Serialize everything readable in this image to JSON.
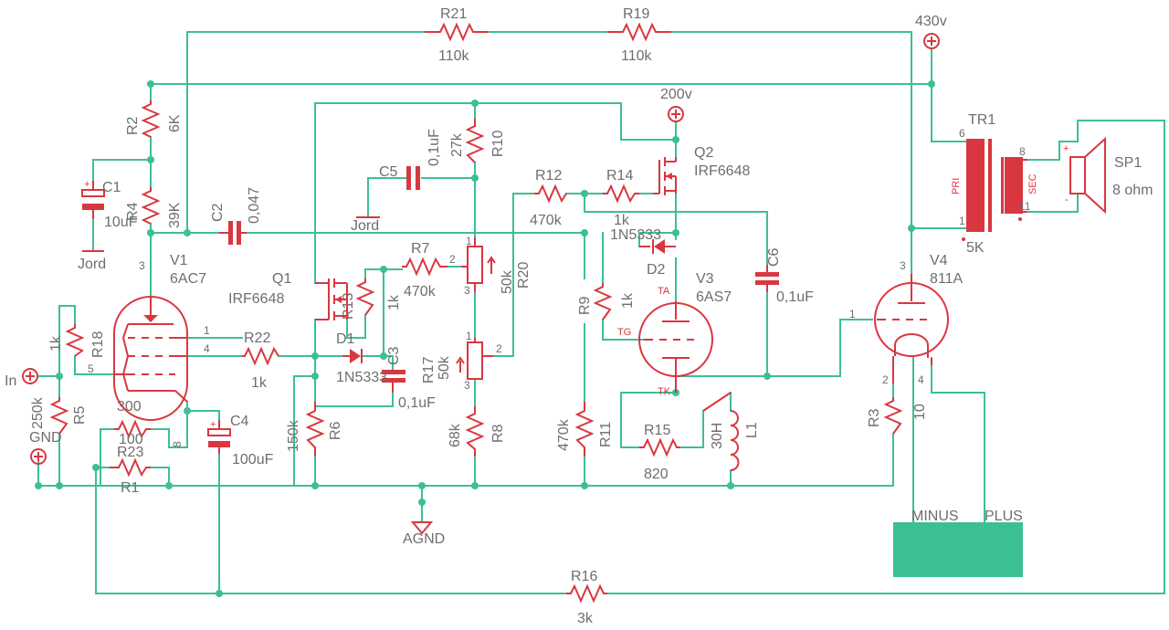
{
  "parts": {
    "R21": {
      "name": "R21",
      "value": "110k"
    },
    "R19": {
      "name": "R19",
      "value": "110k"
    },
    "R2": {
      "name": "R2",
      "value": "6K"
    },
    "R4": {
      "name": "R4",
      "value": "39K"
    },
    "C1": {
      "name": "C1",
      "value": "10uF"
    },
    "C2": {
      "name": "C2",
      "value": "0,047"
    },
    "V1": {
      "name": "V1",
      "value": "6AC7"
    },
    "R18": {
      "name": "R18",
      "value": "1k"
    },
    "R5": {
      "name": "R5",
      "value": "250k"
    },
    "R22": {
      "name": "R22",
      "value": "1k"
    },
    "R23": {
      "name": "R23",
      "value": "100"
    },
    "R1": {
      "name": "R1",
      "value": "300"
    },
    "C4": {
      "name": "C4",
      "value": "100uF"
    },
    "Q1": {
      "name": "Q1",
      "value": "IRF6648"
    },
    "R13": {
      "name": "R13",
      "value": "1k"
    },
    "D1": {
      "name": "D1",
      "value": "1N5333"
    },
    "C3": {
      "name": "C3",
      "value": "0,1uF"
    },
    "R6": {
      "name": "R6",
      "value": "150k"
    },
    "C5": {
      "name": "C5",
      "value": "0,1uF"
    },
    "R10": {
      "name": "R10",
      "value": "27k"
    },
    "R7": {
      "name": "R7",
      "value": "470k"
    },
    "R20": {
      "name": "R20",
      "value": "50k"
    },
    "R17": {
      "name": "R17",
      "value": "50k"
    },
    "R8": {
      "name": "R8",
      "value": "68k"
    },
    "R12": {
      "name": "R12",
      "value": "470k"
    },
    "R14": {
      "name": "R14",
      "value": "1k"
    },
    "Q2": {
      "name": "Q2",
      "value": "IRF6648"
    },
    "D2": {
      "name": "D2",
      "value": "1N5333"
    },
    "R9": {
      "name": "R9",
      "value": "1k"
    },
    "R11": {
      "name": "R11",
      "value": "470k"
    },
    "V3": {
      "name": "V3",
      "value": "6AS7"
    },
    "C6": {
      "name": "C6",
      "value": "0,1uF"
    },
    "R15": {
      "name": "R15",
      "value": "820"
    },
    "L1": {
      "name": "L1",
      "value": "30H"
    },
    "TR1": {
      "name": "TR1",
      "value": "5K"
    },
    "SP1": {
      "name": "SP1",
      "value": "8 ohm"
    },
    "V4": {
      "name": "V4",
      "value": "811A"
    },
    "R3": {
      "name": "R3",
      "value": "10"
    },
    "R16": {
      "name": "R16",
      "value": "3k"
    }
  },
  "supplies": {
    "hv_main": "430v",
    "hv_driver": "200v",
    "jord_1": "Jord",
    "jord_2": "Jord",
    "agnd": "AGND",
    "input": "In",
    "input_gnd": "GND"
  },
  "pins": {
    "v1_1": "1",
    "v1_3": "3",
    "v1_4": "4",
    "v1_5": "5",
    "v1_8": "8",
    "r7_2": "2",
    "r20_1": "1",
    "r20_3": "3",
    "r17_1": "1",
    "r17_2": "2",
    "r17_3": "3",
    "v3_ta": "TA",
    "v3_tg": "TG",
    "v3_tk": "TK",
    "v4_1": "1",
    "v4_2": "2",
    "v4_3": "3",
    "v4_4": "4",
    "tr1_1": "1",
    "tr1_6": "6",
    "tr1_8": "8",
    "tr1_11": "11",
    "tr1_pri": "PRI",
    "tr1_sec": "SEC",
    "sp_plus": "+",
    "sp_minus": "-"
  },
  "filament_supply": {
    "minus": "MINUS",
    "plus": "PLUS"
  },
  "colors": {
    "wire": "#3dbf95",
    "component": "#d9373f",
    "label": "#6e6e6e",
    "supply_block": "#3dbf95"
  }
}
